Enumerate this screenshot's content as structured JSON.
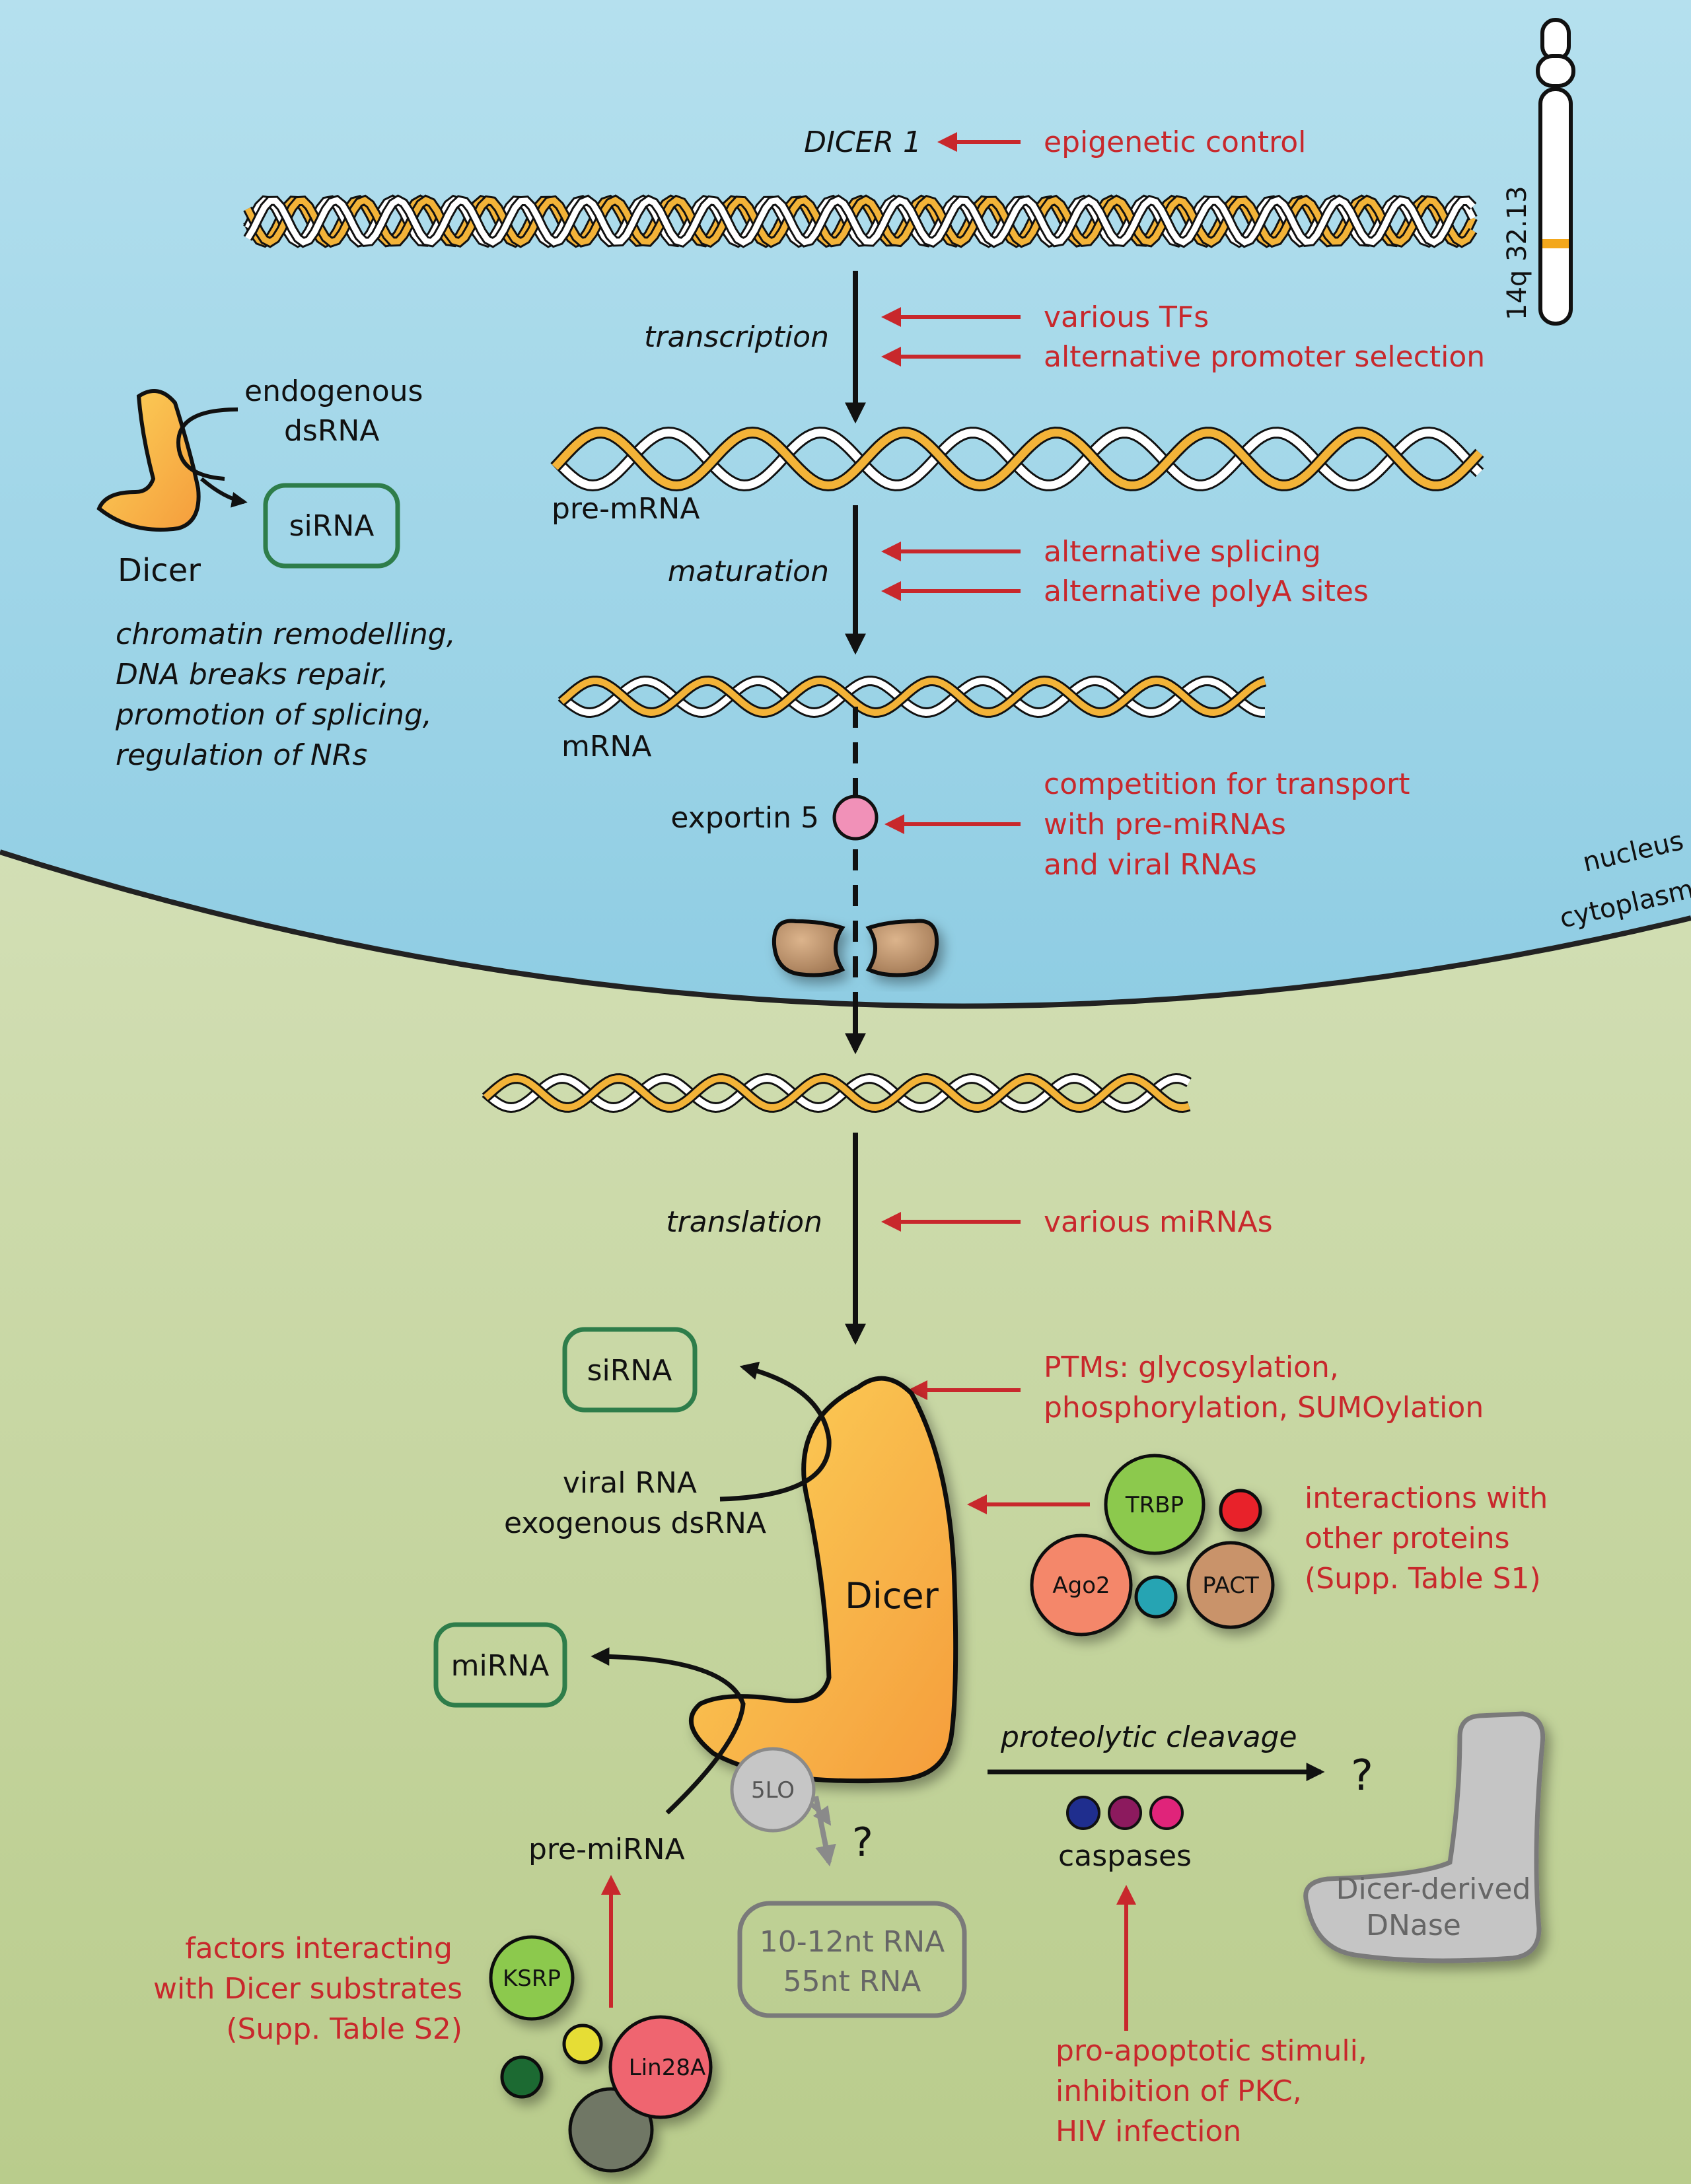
{
  "colors": {
    "nucleus": "#bfe3ef",
    "cytoplasm": "#c6d6a1",
    "regulator": "#c8282c",
    "dicer": "#f7b740",
    "product_box": "#2e7d4a",
    "grey": "#8a8a8a"
  },
  "gene": {
    "name": "DICER 1",
    "chromosome_band": "14q 32.13",
    "regulator": "epigenetic control"
  },
  "steps": {
    "transcription": {
      "label": "transcription",
      "regulators": [
        "various TFs",
        "alternative promoter selection"
      ]
    },
    "pre_mrna": "pre-mRNA",
    "maturation": {
      "label": "maturation",
      "regulators": [
        "alternative splicing",
        "alternative polyA sites"
      ]
    },
    "mrna": "mRNA",
    "export": {
      "label": "exportin 5",
      "regulators": [
        "competition for transport",
        "with pre-miRNAs",
        "and viral RNAs"
      ]
    },
    "translation": {
      "label": "translation",
      "regulators": [
        "various miRNAs"
      ]
    }
  },
  "compartments": {
    "nucleus": "nucleus",
    "cytoplasm": "cytoplasm"
  },
  "nuclear_dicer": {
    "label": "Dicer",
    "substrate": [
      "endogenous",
      "dsRNA"
    ],
    "product": "siRNA",
    "functions": [
      "chromatin remodelling,",
      "DNA breaks repair,",
      "promotion of splicing,",
      "regulation of NRs"
    ]
  },
  "cytoplasmic_dicer": {
    "label": "Dicer",
    "ptm": [
      "PTMs: glycosylation,",
      "phosphorylation, SUMOylation"
    ],
    "sirna_product": "siRNA",
    "sirna_substrates": [
      "viral RNA",
      "exogenous dsRNA"
    ],
    "mirna_product": "miRNA",
    "mirna_substrate": "pre-miRNA",
    "partners": [
      "TRBP",
      "Ago2",
      "PACT"
    ],
    "partners_text": [
      "interactions with",
      "other proteins",
      "(Supp. Table S1)"
    ],
    "alox": "5LO",
    "alox_question": "?",
    "alox_products": [
      "10-12nt RNA",
      "55nt RNA"
    ],
    "cleavage": "proteolytic cleavage",
    "cleavage_question": "?",
    "caspases": "caspases",
    "dnase": [
      "Dicer-derived",
      "DNase"
    ],
    "apoptosis": [
      "pro-apoptotic stimuli,",
      "inhibition of PKC,",
      "HIV infection"
    ],
    "substrate_factors": [
      "KSRP",
      "Lin28A"
    ],
    "substrate_factors_text": [
      "factors interacting",
      "with Dicer substrates",
      "(Supp. Table S2)"
    ]
  }
}
